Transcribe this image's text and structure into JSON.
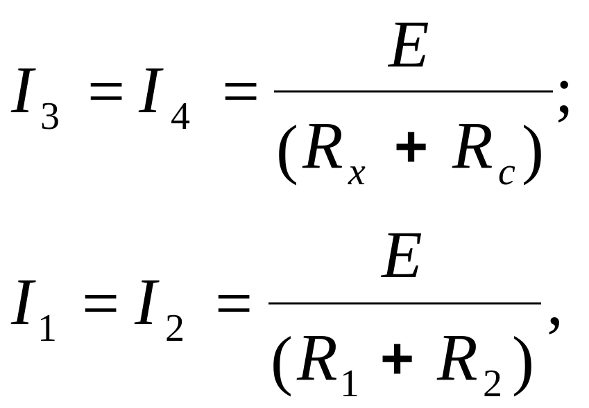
{
  "equations": [
    {
      "lhs1": {
        "symbol": "I",
        "subscript": "3"
      },
      "eq1": "=",
      "lhs2": {
        "symbol": "I",
        "subscript": "4"
      },
      "eq2": "=",
      "numerator": "E",
      "denominator": {
        "open": "(",
        "term1": {
          "symbol": "R",
          "subscript": "x"
        },
        "operator": "+",
        "term2": {
          "symbol": "R",
          "subscript": "c"
        },
        "close": ")"
      },
      "trailing": ";"
    },
    {
      "lhs1": {
        "symbol": "I",
        "subscript": "1"
      },
      "eq1": "=",
      "lhs2": {
        "symbol": "I",
        "subscript": "2"
      },
      "eq2": "=",
      "numerator": "E",
      "denominator": {
        "open": "(",
        "term1": {
          "symbol": "R",
          "subscript": "1"
        },
        "operator": "+",
        "term2": {
          "symbol": "R",
          "subscript": "2"
        },
        "close": ")"
      },
      "trailing": ","
    }
  ]
}
